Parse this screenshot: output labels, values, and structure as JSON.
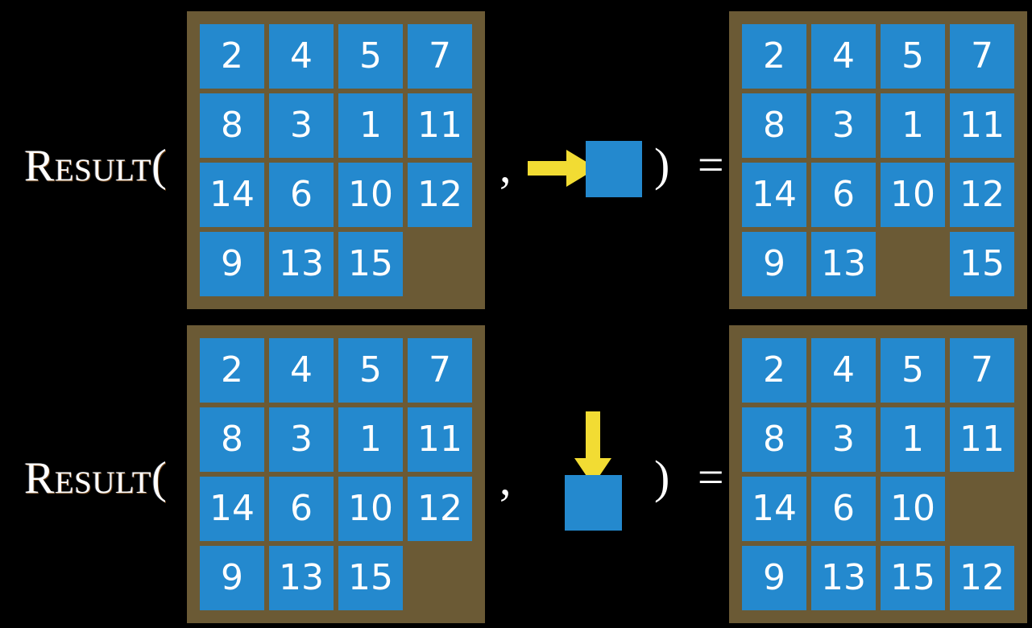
{
  "figure": {
    "title": "Sliding puzzle RESULT function illustration",
    "background_color": "#000000",
    "board_color": "#6B5A35",
    "tile_color": "#2489CE",
    "tile_text_color": "#FFFFFF",
    "arrow_color": "#F2DC33",
    "text_color": "#FFFFFF"
  },
  "symbols": {
    "result_label": "Result(",
    "comma": ",",
    "close_paren_equals": ") ="
  },
  "rows": [
    {
      "id": "row-right-move",
      "label": "Result(",
      "input_board": {
        "name": "input-board-top",
        "grid": [
          [
            "2",
            "4",
            "5",
            "7"
          ],
          [
            "8",
            "3",
            "1",
            "11"
          ],
          [
            "14",
            "6",
            "10",
            "12"
          ],
          [
            "9",
            "13",
            "15",
            ""
          ]
        ]
      },
      "action": {
        "name": "move-right",
        "arrow_direction": "right",
        "arrow_icon": "arrow-right-icon",
        "tile_label": ""
      },
      "output_board": {
        "name": "output-board-top",
        "grid": [
          [
            "2",
            "4",
            "5",
            "7"
          ],
          [
            "8",
            "3",
            "1",
            "11"
          ],
          [
            "14",
            "6",
            "10",
            "12"
          ],
          [
            "9",
            "13",
            "",
            "15"
          ]
        ]
      }
    },
    {
      "id": "row-down-move",
      "label": "Result(",
      "input_board": {
        "name": "input-board-bottom",
        "grid": [
          [
            "2",
            "4",
            "5",
            "7"
          ],
          [
            "8",
            "3",
            "1",
            "11"
          ],
          [
            "14",
            "6",
            "10",
            "12"
          ],
          [
            "9",
            "13",
            "15",
            ""
          ]
        ]
      },
      "action": {
        "name": "move-down",
        "arrow_direction": "down",
        "arrow_icon": "arrow-down-icon",
        "tile_label": ""
      },
      "output_board": {
        "name": "output-board-bottom",
        "grid": [
          [
            "2",
            "4",
            "5",
            "7"
          ],
          [
            "8",
            "3",
            "1",
            "11"
          ],
          [
            "14",
            "6",
            "10",
            ""
          ],
          [
            "9",
            "13",
            "15",
            "12"
          ]
        ]
      }
    }
  ]
}
